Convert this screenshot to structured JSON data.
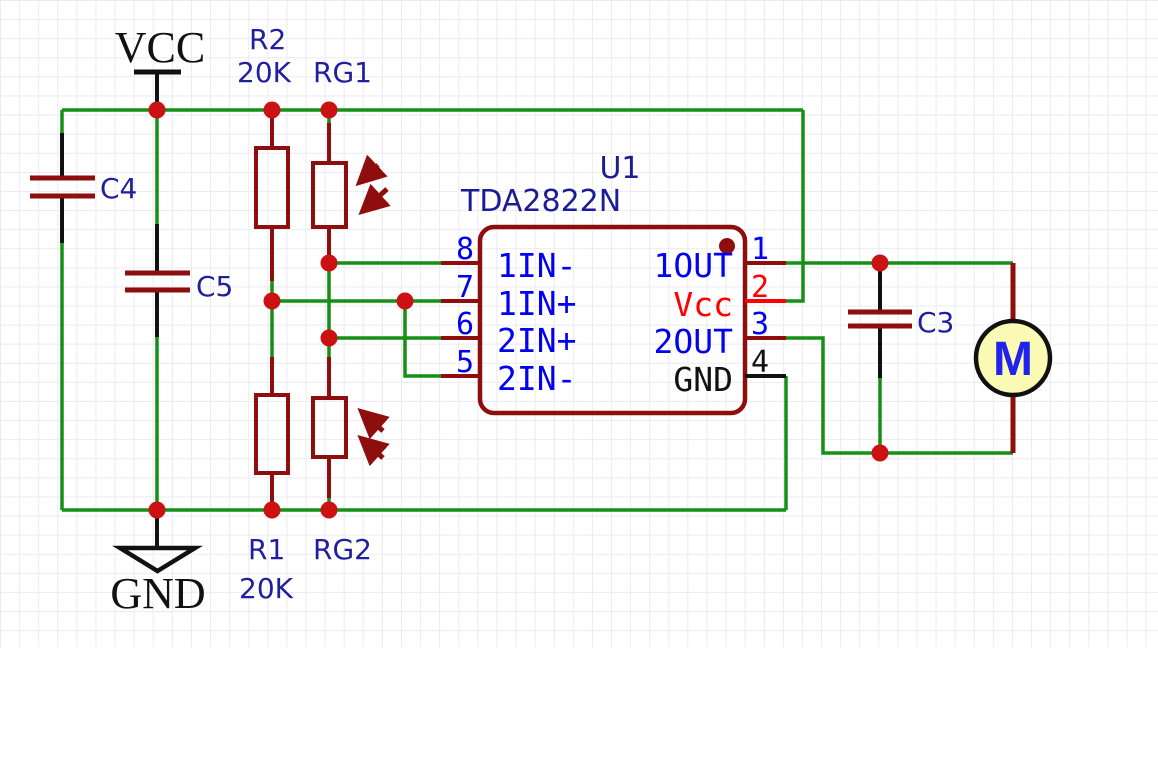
{
  "schematic": {
    "power": {
      "vcc_label": "VCC",
      "gnd_label": "GND"
    },
    "components": {
      "c4": {
        "ref": "C4"
      },
      "c5": {
        "ref": "C5"
      },
      "c3": {
        "ref": "C3"
      },
      "r2": {
        "ref": "R2",
        "value": "20K"
      },
      "r1": {
        "ref": "R1",
        "value": "20K"
      },
      "rg1": {
        "ref": "RG1"
      },
      "rg2": {
        "ref": "RG2"
      },
      "motor": {
        "label": "M"
      },
      "u1": {
        "ref": "U1",
        "part": "TDA2822N",
        "left_pins": [
          {
            "number": "8",
            "name": "1IN-"
          },
          {
            "number": "7",
            "name": "1IN+"
          },
          {
            "number": "6",
            "name": "2IN+"
          },
          {
            "number": "5",
            "name": "2IN-"
          }
        ],
        "right_pins": [
          {
            "number": "1",
            "name": "1OUT"
          },
          {
            "number": "2",
            "name": "Vcc"
          },
          {
            "number": "3",
            "name": "2OUT"
          },
          {
            "number": "4",
            "name": "GND"
          }
        ]
      }
    },
    "colors": {
      "wire_green": "#149014",
      "component_dark_red": "#8e0e0e",
      "junction_red": "#cb1111",
      "vcc_pin_red": "#ff0000",
      "pin_text_blue": "#0202f0",
      "ref_text_blue": "#20209e",
      "gnd_black": "#111111",
      "motor_fill_yellow": "#fafab4",
      "grid_line": "#ebebf0",
      "background": "#ffffff"
    }
  }
}
